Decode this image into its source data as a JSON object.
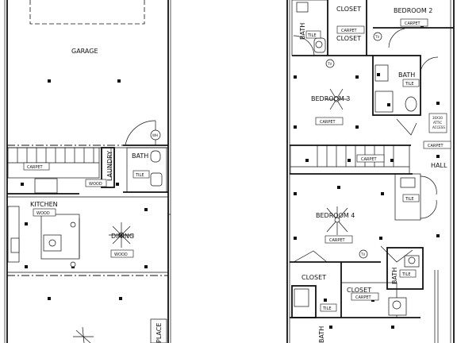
{
  "rooms": {
    "garage": "GARAGE",
    "kitchen": "KITCHEN",
    "dining": "DINING",
    "bath_main": "BATH",
    "bath_upper": "BATH",
    "bath_lower": "BATH",
    "bath_vertical": "BATH",
    "bath_bottom": "BATH",
    "closet_top": "CLOSET",
    "closet_mid": "CLOSET",
    "closet_lower_left": "CLOSET",
    "closet_lower_right": "CLOSET",
    "bedroom2": "BEDROOM 2",
    "bedroom3": "BEDROOM 3",
    "bedroom4": "BEDROOM 4",
    "hall": "HALL",
    "laundry": "LAUNDRY",
    "place": "PLACE"
  },
  "floors": {
    "carpet": "CARPET",
    "wood": "WOOD",
    "tile": "TILE"
  },
  "notes": {
    "attic": [
      "30X30",
      "ATTIC",
      "ACCESS"
    ],
    "tv": "TV",
    "wh": "WH"
  }
}
